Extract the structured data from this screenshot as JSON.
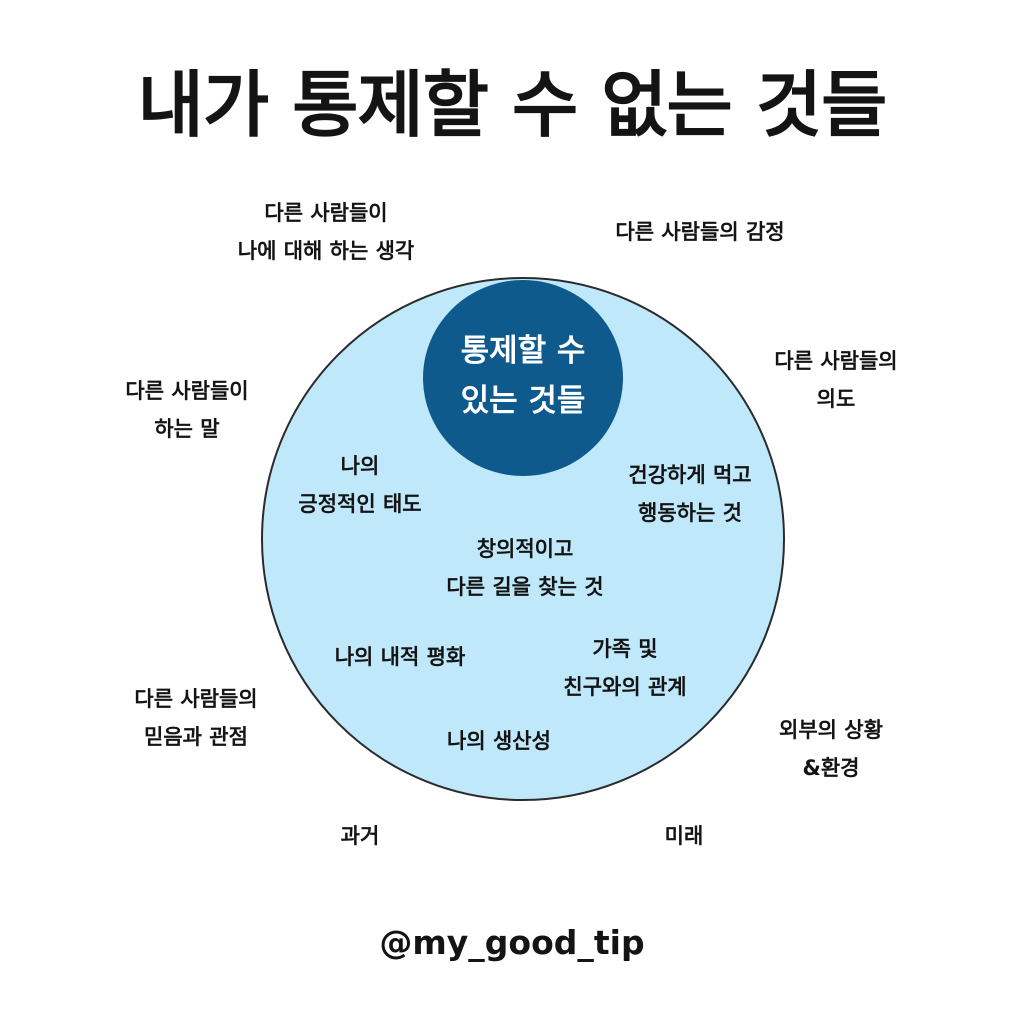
{
  "title": "내가 통제할 수 없는 것들",
  "inner": {
    "lines": [
      "통제할 수",
      "있는 것들"
    ]
  },
  "inside_items": [
    {
      "lines": [
        "나의",
        "긍정적인 태도"
      ]
    },
    {
      "lines": [
        "건강하게 먹고",
        "행동하는 것"
      ]
    },
    {
      "lines": [
        "창의적이고",
        "다른 길을 찾는 것"
      ]
    },
    {
      "lines": [
        "나의 내적 평화"
      ]
    },
    {
      "lines": [
        "가족 및",
        "친구와의 관계"
      ]
    },
    {
      "lines": [
        "나의 생산성"
      ]
    }
  ],
  "outside_items": [
    {
      "lines": [
        "다른 사람들이",
        "나에 대해 하는 생각"
      ]
    },
    {
      "lines": [
        "다른 사람들의 감정"
      ]
    },
    {
      "lines": [
        "다른 사람들이",
        "하는 말"
      ]
    },
    {
      "lines": [
        "다른 사람들의",
        "의도"
      ]
    },
    {
      "lines": [
        "다른 사람들의",
        "믿음과 관점"
      ]
    },
    {
      "lines": [
        "외부의 상황",
        "&환경"
      ]
    },
    {
      "lines": [
        "과거"
      ]
    },
    {
      "lines": [
        "미래"
      ]
    }
  ],
  "handle": "@my_good_tip",
  "colors": {
    "outer_circle": "#bfe8fb",
    "inner_circle": "#0f5a8c",
    "text": "#141414"
  }
}
